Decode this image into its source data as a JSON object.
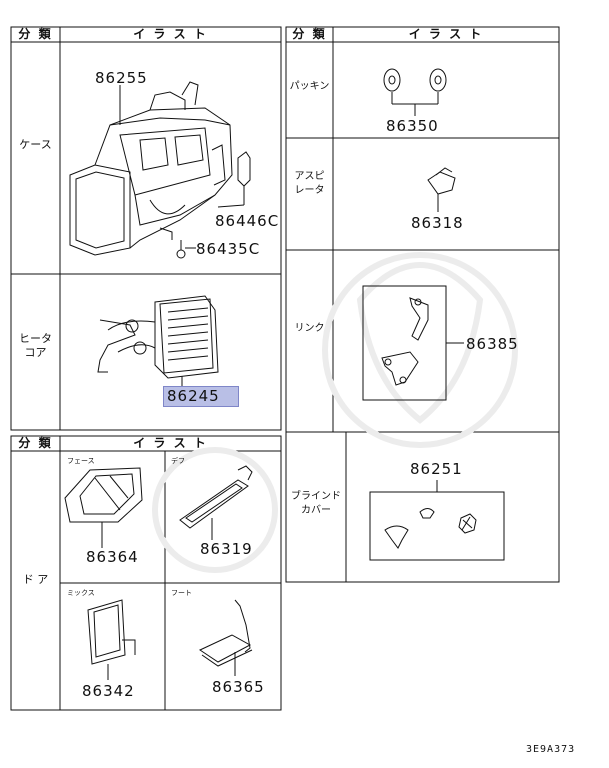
{
  "left_table": {
    "header_category": "分 類",
    "header_illust": "イ ラ ス ト",
    "rows": [
      {
        "category": "ケース",
        "parts": [
          "86255",
          "86446C",
          "86435C"
        ]
      },
      {
        "category": "ヒータ\nコア",
        "parts": [
          "86245"
        ]
      }
    ]
  },
  "door_table": {
    "header_category": "分 類",
    "header_illust": "イ ラ ス ト",
    "category": "ド ア",
    "cells": [
      {
        "label": "フェース",
        "part": "86364"
      },
      {
        "label": "デフ",
        "part": "86319"
      },
      {
        "label": "ミックス",
        "part": "86342"
      },
      {
        "label": "フート",
        "part": "86365"
      }
    ]
  },
  "right_table": {
    "header_category": "分 類",
    "header_illust": "イ ラ ス ト",
    "rows": [
      {
        "category": "パッキン",
        "part": "86350"
      },
      {
        "category": "アスピ\nレータ",
        "part": "86318"
      },
      {
        "category": "リンク",
        "part": "86385"
      },
      {
        "category": "ブラインド\nカバー",
        "part": "86251"
      }
    ]
  },
  "diagram_code": "3E9A373",
  "highlight_color": "#b9bfe6"
}
